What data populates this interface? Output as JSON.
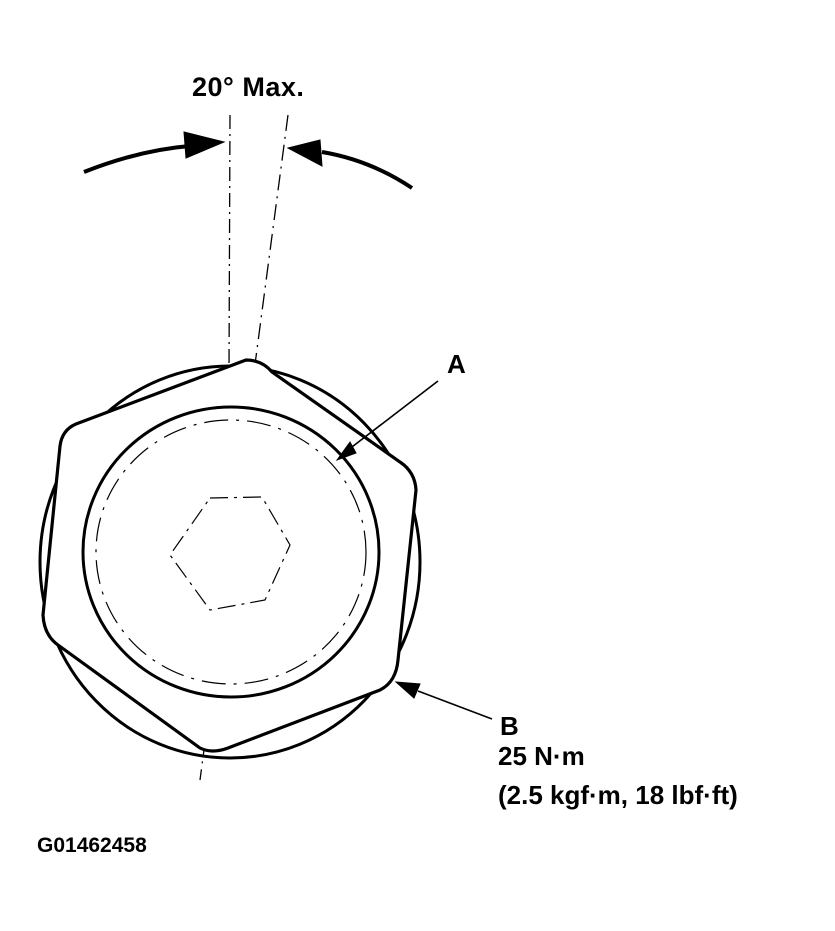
{
  "diagram": {
    "title": "20° Max.",
    "callouts": [
      {
        "label": "A"
      },
      {
        "label": "B",
        "torque_nm": "25 N·m",
        "torque_alt": "(2.5 kgf·m, 18 lbf·ft)"
      }
    ],
    "figure_id": "G01462458",
    "colors": {
      "ink": "#000000",
      "background": "#ffffff"
    }
  }
}
